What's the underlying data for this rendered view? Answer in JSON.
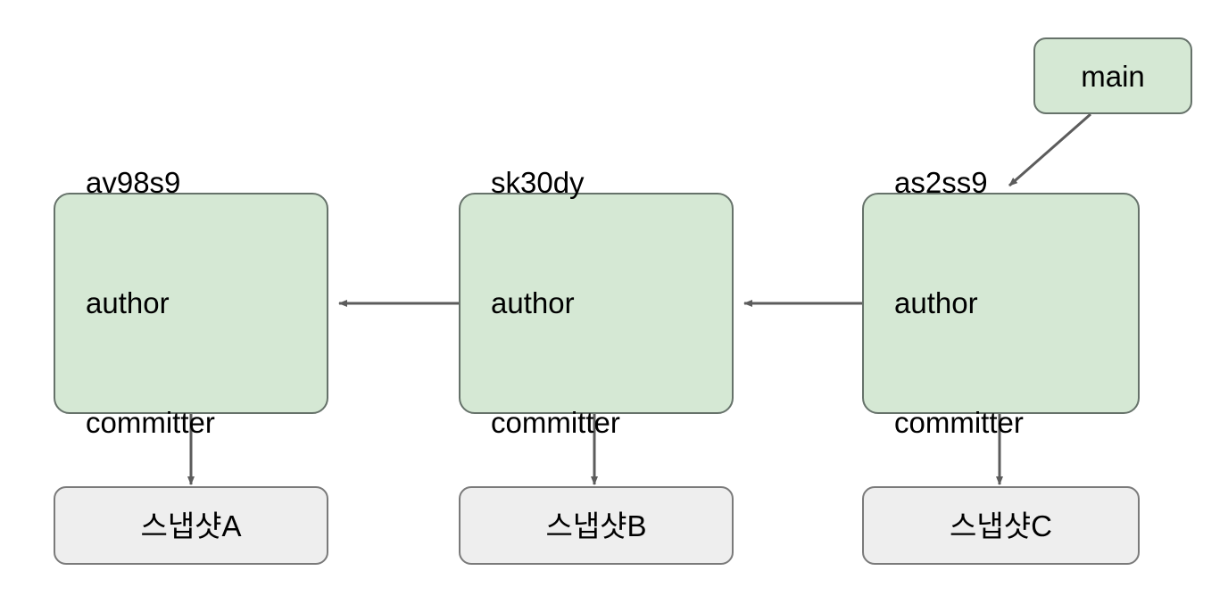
{
  "diagram": {
    "type": "git-commit-graph",
    "background_color": "#ffffff",
    "commit_fill": "#d5e8d4",
    "commit_stroke": "#66726a",
    "snapshot_fill": "#eeeeee",
    "snapshot_stroke": "#7a7a7a",
    "edge_color": "#5c5c5c",
    "branch": {
      "label": "main"
    },
    "commits": [
      {
        "id": "av98s9",
        "hash_label": "av98s9",
        "author_label": "author",
        "committer_label": "committer"
      },
      {
        "id": "sk30dy",
        "hash_label": "sk30dy",
        "author_label": "author",
        "committer_label": "committer"
      },
      {
        "id": "as2ss9",
        "hash_label": "as2ss9",
        "author_label": "author",
        "committer_label": "committer"
      }
    ],
    "snapshots": [
      {
        "label": "스냅샷A"
      },
      {
        "label": "스냅샷B"
      },
      {
        "label": "스냅샷C"
      }
    ],
    "edges": [
      {
        "from": "main",
        "to": "as2ss9",
        "direction": "diagonal-down-left"
      },
      {
        "from": "as2ss9",
        "to": "sk30dy",
        "direction": "left"
      },
      {
        "from": "sk30dy",
        "to": "av98s9",
        "direction": "left"
      },
      {
        "from": "av98s9",
        "to": "스냅샷A",
        "direction": "down"
      },
      {
        "from": "sk30dy",
        "to": "스냅샷B",
        "direction": "down"
      },
      {
        "from": "as2ss9",
        "to": "스냅샷C",
        "direction": "down"
      }
    ]
  }
}
